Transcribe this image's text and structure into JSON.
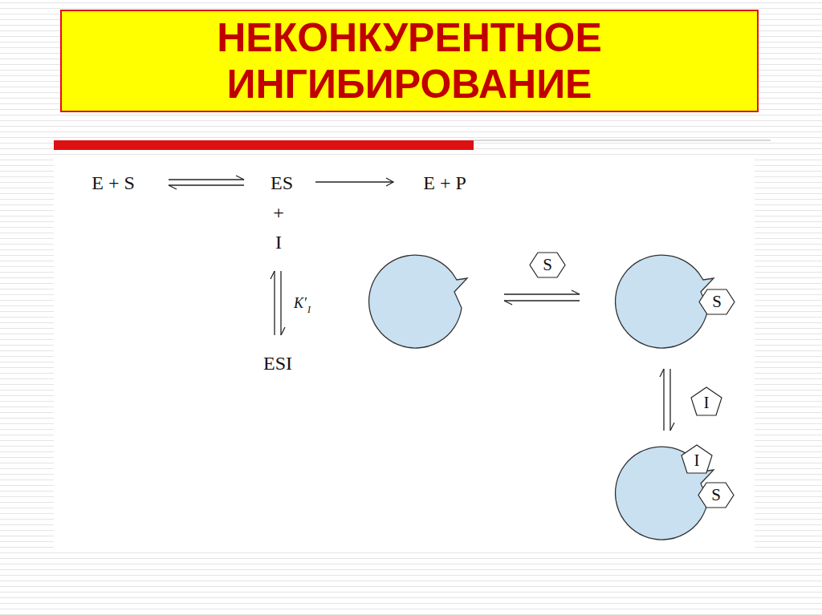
{
  "diagram": {
    "title": "НЕКОНКУРЕНТНОЕ ИНГИБИРОВАНИЕ",
    "nodes": [
      {
        "text": [
          "S"
        ]
      },
      {
        "text": [
          "S"
        ]
      },
      {
        "text": [
          "I"
        ]
      },
      {
        "text": [
          "I"
        ]
      },
      {
        "text": [
          "S"
        ]
      }
    ],
    "labels": [
      "E + S",
      "ES",
      "E + P",
      "+",
      "I",
      "K′",
      "I",
      "ESI"
    ]
  }
}
